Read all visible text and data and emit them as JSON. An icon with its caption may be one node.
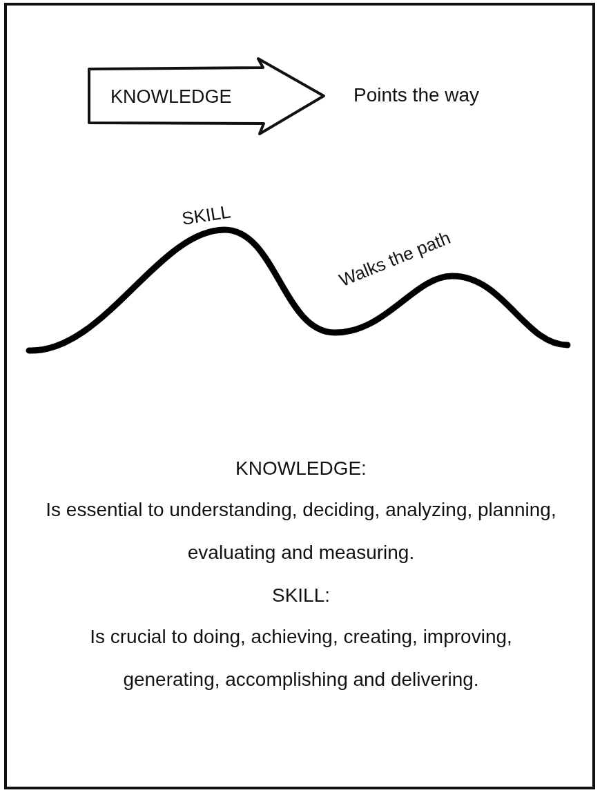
{
  "diagram": {
    "nodes": [
      {
        "text": [
          "KNOWLEDGE"
        ]
      }
    ],
    "edges": [],
    "labels": [
      "Points the way",
      "SKILL",
      "Walks the path",
      "KNOWLEDGE:",
      "Is essential to understanding, deciding, analyzing, planning, evaluating and measuring.",
      "SKILL:",
      "Is crucial to doing, achieving, creating, improving, generating, accomplishing and delivering."
    ]
  }
}
